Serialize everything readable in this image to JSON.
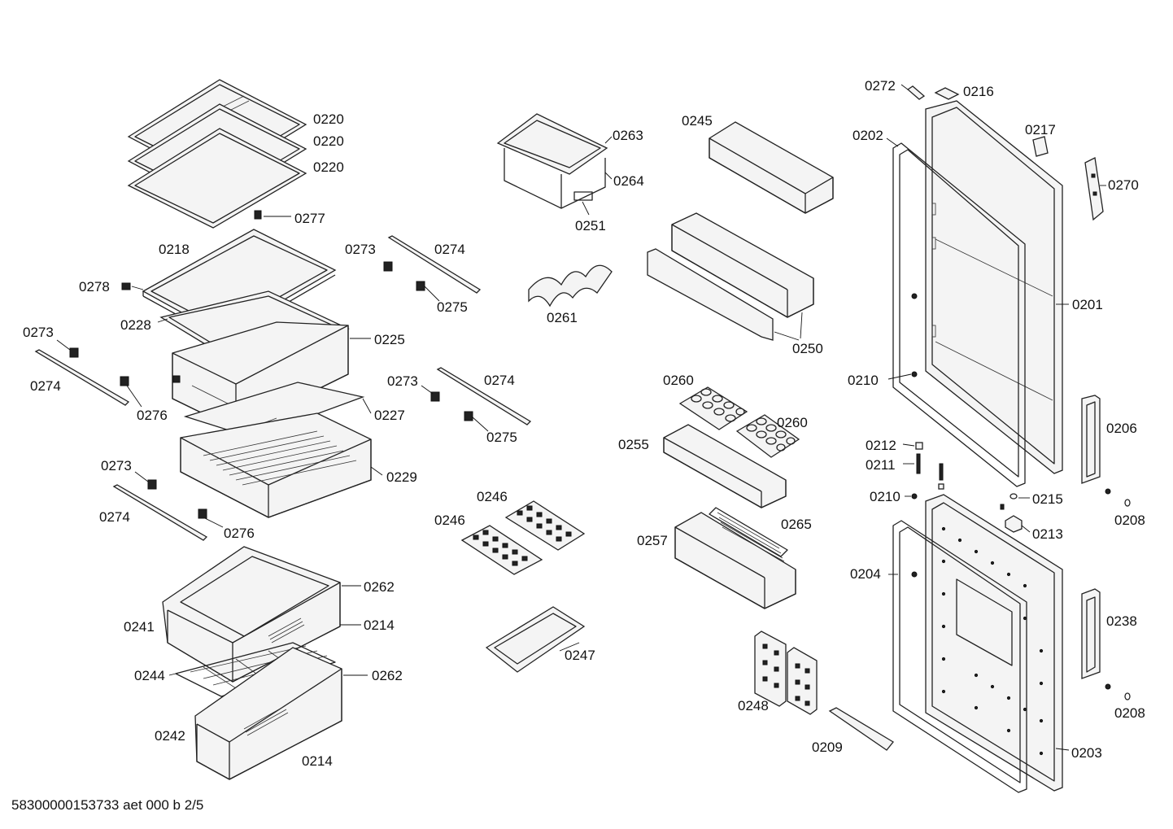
{
  "labels": {
    "l0220a": "0220",
    "l0220b": "0220",
    "l0220c": "0220",
    "l0277": "0277",
    "l0218": "0218",
    "l0278": "0278",
    "l0228": "0228",
    "l0225": "0225",
    "l0227": "0227",
    "l0229": "0229",
    "l0273a": "0273",
    "l0274a": "0274",
    "l0276a": "0276",
    "l0273b": "0273",
    "l0274b": "0274",
    "l0276b": "0276",
    "l0273c": "0273",
    "l0274c": "0274",
    "l0275a": "0275",
    "l0273d": "0273",
    "l0274d": "0274",
    "l0275b": "0275",
    "l0263": "0263",
    "l0264": "0264",
    "l0251": "0251",
    "l0261": "0261",
    "l0246a": "0246",
    "l0246b": "0246",
    "l0247": "0247",
    "l0262a": "0262",
    "l0214a": "0214",
    "l0241": "0241",
    "l0244": "0244",
    "l0262b": "0262",
    "l0242": "0242",
    "l0214b": "0214",
    "l0245": "0245",
    "l0250": "0250",
    "l0260a": "0260",
    "l0260b": "0260",
    "l0255": "0255",
    "l0265": "0265",
    "l0257": "0257",
    "l0248": "0248",
    "l0209": "0209",
    "l0272": "0272",
    "l0216": "0216",
    "l0217": "0217",
    "l0202": "0202",
    "l0270": "0270",
    "l0201": "0201",
    "l0210a": "0210",
    "l0206": "0206",
    "l0212": "0212",
    "l0211": "0211",
    "l0210b": "0210",
    "l0215": "0215",
    "l0208a": "0208",
    "l0213": "0213",
    "l0204": "0204",
    "l0238": "0238",
    "l0208b": "0208",
    "l0203": "0203"
  },
  "footer": {
    "doc_id": "58300000153733 aet 000 b 2/5"
  }
}
